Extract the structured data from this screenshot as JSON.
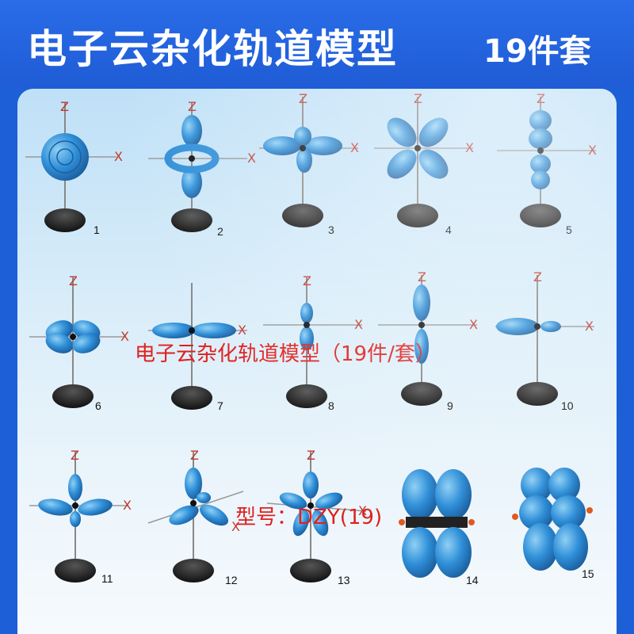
{
  "header": {
    "title": "电子云杂化轨道模型",
    "count": "19件套"
  },
  "overlay": {
    "line1": "电子云杂化轨道模型（19件/套）",
    "line2": "型号：DZY(19)"
  },
  "colors": {
    "banner": "#1d5fd6",
    "lobe": "#2f8fd8",
    "base": "#1a1a1a",
    "label_red": "#e0201e"
  },
  "models": [
    {
      "number": "1"
    },
    {
      "number": "2"
    },
    {
      "number": "3"
    },
    {
      "number": "4"
    },
    {
      "number": "5"
    },
    {
      "number": "6"
    },
    {
      "number": "7"
    },
    {
      "number": "8"
    },
    {
      "number": "9"
    },
    {
      "number": "10"
    },
    {
      "number": "11"
    },
    {
      "number": "12"
    },
    {
      "number": "13"
    },
    {
      "number": "14"
    },
    {
      "number": "15"
    }
  ]
}
